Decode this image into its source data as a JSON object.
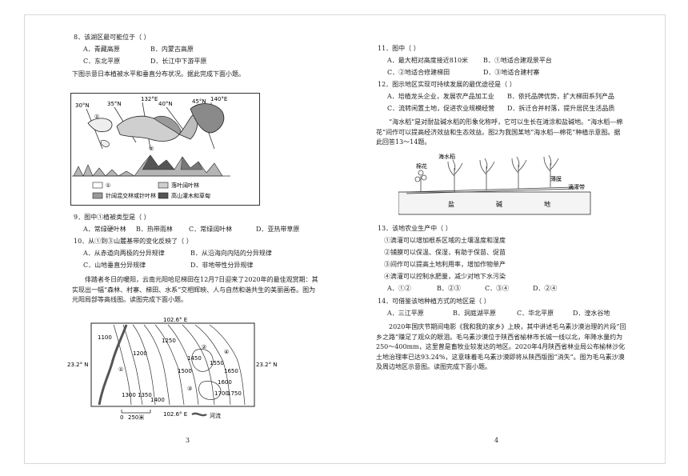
{
  "left": {
    "q8": {
      "stem": "8．该湖区最可能位于（    ）",
      "A": "A．青藏高原",
      "B": "B．内蒙古高原",
      "C": "C．东北平原",
      "D": "D．长江中下游平原"
    },
    "intro1": "下图示意日本植被水平和垂直分布状况。据此完成下面小题。",
    "map1": {
      "lat30": "30°N",
      "lat35": "35°N",
      "lat40": "40°N",
      "lat45": "45°N",
      "lon132": "132°E",
      "lon140": "140°E",
      "num1": "①",
      "num2": "②",
      "legend1": "①",
      "legend2": "落叶阔叶林",
      "legend3": "针阔混交林或针叶林",
      "legend4": "高山灌木和草甸"
    },
    "q9": {
      "stem": "9．图中①植被类型是（    ）",
      "A": "A．常绿硬叶林",
      "B": "B．热带雨林",
      "C": "C．常绿阔叶林",
      "D": "D．亚热带草原"
    },
    "q10": {
      "stem": "10．从①到③山麓基带的变化反映了（    ）",
      "A": "A．从赤道向两极的分异规律",
      "B": "B．从沿海向内陆的分异规律",
      "C": "C．山地垂直分异规律",
      "D": "D．非地带性分异规律"
    },
    "intro2": "俳踏者冬日的暖阳，云南元阳哈尼梯田在12月7日迎来了2020年的最佳观赏期：其实现出一幅“森林、村寨、梯田、水系”交相辉映、人与自然和谐共生的美丽画卷。图为元阳局部等高线图。读图完成下面小题。",
    "map2": {
      "lon_top": "102.6° E",
      "lon_bottom": "102.6° E",
      "lat_left": "23.2° N",
      "lat_right": "23.2° N",
      "c1100": "1100",
      "c1250": "1250",
      "c1200": "1200",
      "c1450": "1450",
      "c1500": "1500",
      "c1550": "1550",
      "c1650": "1650",
      "c1600": "1600",
      "c1300": "1300",
      "c1350": "1350",
      "c1400": "1400",
      "c1700": "1700",
      "c1750": "1750",
      "num1": "①",
      "num2": "②",
      "num3": "③",
      "num4": "④",
      "scale0": "0",
      "scale_label": "250米",
      "river_label": "河流"
    },
    "page_no": "3"
  },
  "right": {
    "q11": {
      "stem": "11．图中（    ）",
      "A": "A．最大相对高度接近810米",
      "B": "B．①地适合建观景平台",
      "C": "C．②地适合修建梯田",
      "D": "D．③地适合建村寨"
    },
    "q12": {
      "stem": "12．图示地区实现可持续发展的最优途径是（    ）",
      "A": "A．培植龙头企业，发展农产品加工业",
      "B": "B．依托品牌优势，扩大梯田系列产品",
      "C": "C．流转闲置土地，促进农业规模经营",
      "D": "D．拆迁合并村落，提升居民生活品质"
    },
    "intro3": "“海水稻”是对耐盐碱水稻的形象化称呼，它可以生长在滩涂和盐碱地。“海水稻—棉花”间作可以提高经济效益和生态效益。图2为我国某地“海水稻—棉花”种植示意图。据此回答13～14题。",
    "fig2": {
      "rice": "海水稻",
      "cotton": "棉花",
      "film": "薄膜",
      "drip": "滴灌带",
      "salt1": "盐",
      "salt2": "碱",
      "salt3": "地"
    },
    "q13": {
      "stem": "13．该地农业生产中（    ）",
      "o1": "①滴灌可以增加根系区域的土壤温度和湿度",
      "o2": "②铺膜可以保温、保湿，有助于保苗、促苗",
      "o3": "③间作可以提高土地利用率，增加作物单产",
      "o4": "④滴灌可以控制水肥量，减少对地下水污染",
      "A": "A．①②",
      "B": "B．②③",
      "C": "C．③④",
      "D": "D．②④"
    },
    "q14": {
      "stem": "14．可借鉴该地种植方式的地区是（    ）",
      "A": "A．三江平原",
      "B": "B．洞庭湖平原",
      "C": "C．华北平原",
      "D": "D．湟水谷地"
    },
    "intro4": "2020年国庆节期间电影《我和我的家乡》上映，其中讲述毛乌素沙漠治理的片段“回乡之路”赚足了观众的眼泪。毛乌素沙漠位于陕西省榆林市长城一线以北，年降水量约为250～400mm，这里曾是畜牧业较发达的地区。2020年4月陕西省林业局公布榆林沙化土地治理率已达93.24%，这意味着毛乌素沙漠即将从陕西版图“消失”。图为毛乌素沙漠及周边地区示意图。读图完成下面小题。",
    "page_no": "4"
  }
}
